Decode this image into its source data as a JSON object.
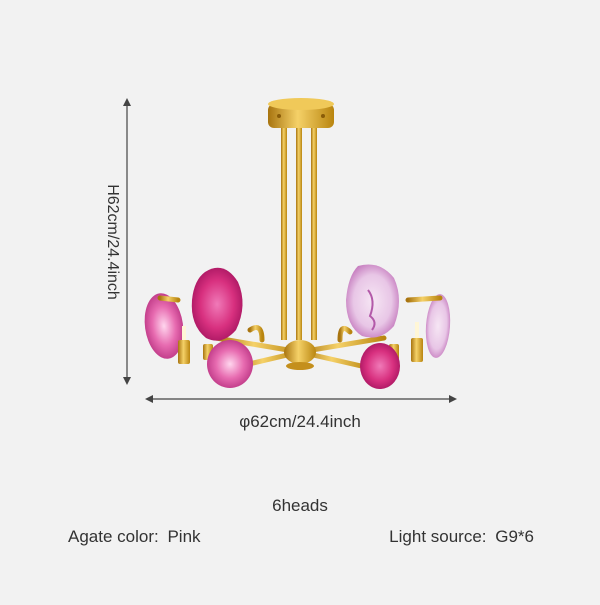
{
  "dimensions": {
    "height_label": "H62cm/24.4inch",
    "diameter_label": "φ62cm/24.4inch"
  },
  "heads_label": "6heads",
  "specs": {
    "agate_label": "Agate color:",
    "agate_value": "Pink",
    "light_label": "Light source:",
    "light_value": "G9*6"
  },
  "colors": {
    "background": "#f2f2f2",
    "gold": "#d4a020",
    "agate_pink": "#e0408a",
    "agate_light": "#e8c8e8"
  }
}
